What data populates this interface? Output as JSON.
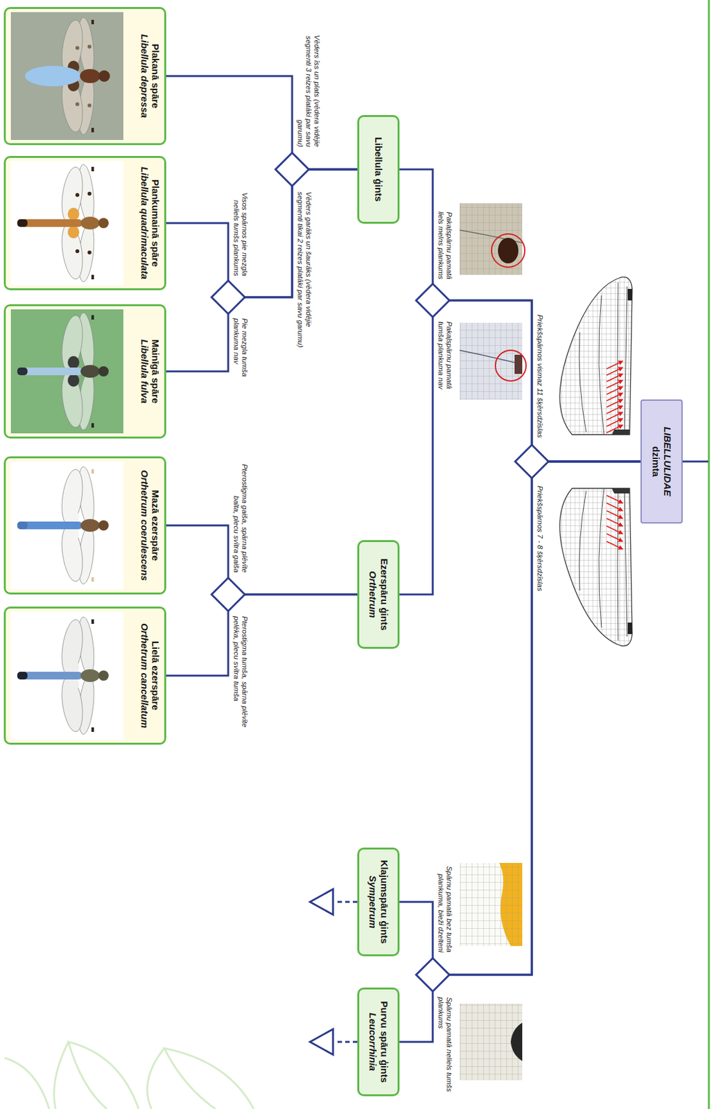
{
  "diagram": {
    "nodes": [
      {
        "text": [
          "LIBELLULIDAE",
          "dzimta"
        ]
      },
      {
        "text": [
          "Libellula ģints"
        ]
      },
      {
        "text": [
          "Plakanā spāre",
          "Libellula depressa"
        ]
      },
      {
        "text": [
          "Plankumainā spāre",
          "Libellula quadrimaculata"
        ]
      },
      {
        "text": [
          "Mainīgā spāre",
          "Libellula fulva"
        ]
      },
      {
        "text": [
          "Ezerspāru ģints",
          "Orthetrum"
        ]
      },
      {
        "text": [
          "Mazā ezerspāre",
          "Orthetrum coerulescens"
        ]
      },
      {
        "text": [
          "Lielā ezerspāre",
          "Orthetrum cancellatum"
        ]
      },
      {
        "text": [
          "Klajumspāru ģints",
          "Sympetrum"
        ]
      },
      {
        "text": [
          "Purvu spāru ģints",
          "Leucorrhinia"
        ]
      }
    ],
    "edges": [
      {
        "from": 0,
        "to": 1,
        "arrow": "none"
      },
      {
        "from": 0,
        "to": 5,
        "arrow": "none"
      },
      {
        "from": 0,
        "to": 8,
        "arrow": "none"
      },
      {
        "from": 0,
        "to": 9,
        "arrow": "none"
      },
      {
        "from": 1,
        "to": 2,
        "arrow": "none"
      },
      {
        "from": 1,
        "to": 3,
        "arrow": "none"
      },
      {
        "from": 1,
        "to": 4,
        "arrow": "none"
      },
      {
        "from": 5,
        "to": 6,
        "arrow": "none"
      },
      {
        "from": 5,
        "to": 7,
        "arrow": "none"
      }
    ],
    "labels": [
      "Priekšspārnos vismaz 11 šķērsdzīslas",
      "Priekšspārnos 7 - 8 šķērsdzīslas",
      "Pakaļspārnu pamatā liels melns plankums",
      "Pakaļspārnu pamatā tumša plankuma nav",
      "Vēders īss un plats (vēdera vidējie segmenti 3 reizes platāki par savu garumu)",
      "Vēders garāks un šaurāks (vēdera vidējie segmenti tikai 2 reizes platāki par savu garumu)",
      "Visos spārnos pie mezgla neliels tumšs plankums",
      "Pie mezgla tumša plankuma nav",
      "Pterostigma gaiša, spārna plēvīte balta, plecu svītra gaiša",
      "Pterostigma tumša, spārna plēvīte pelēka, plecu svītra tumša",
      "Spārnu pamatā bez tumša plankuma, bieži dzelteni",
      "Spārnu pamatā neliels tumšs plankums"
    ]
  }
}
